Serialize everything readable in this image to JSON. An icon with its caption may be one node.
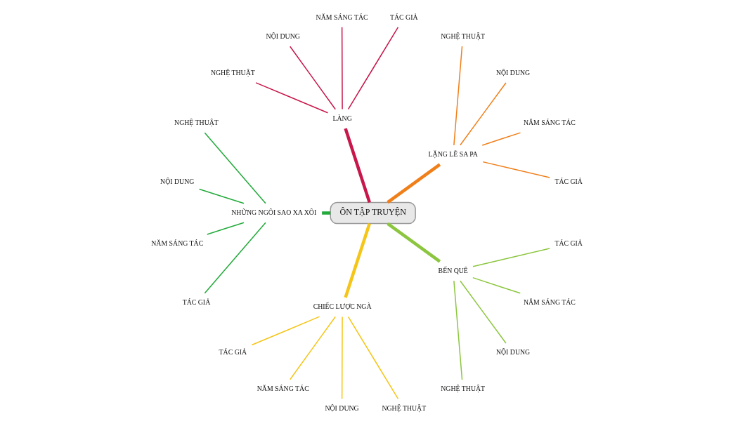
{
  "diagram": {
    "nodes": [
      {
        "text": [
          "ÔN TẬP TRUYỆN"
        ]
      },
      {
        "text": [
          "LẶNG LẼ SA PA"
        ]
      },
      {
        "text": [
          "TÁC GIẢ"
        ]
      },
      {
        "text": [
          "NĂM SÁNG TÁC"
        ]
      },
      {
        "text": [
          "NỘI DUNG"
        ]
      },
      {
        "text": [
          "NGHỆ THUẬT"
        ]
      },
      {
        "text": [
          "LÀNG"
        ]
      },
      {
        "text": [
          "TÁC GIẢ"
        ]
      },
      {
        "text": [
          "NĂM SÁNG TÁC"
        ]
      },
      {
        "text": [
          "NỘI DUNG"
        ]
      },
      {
        "text": [
          "NGHỆ THUẬT"
        ]
      },
      {
        "text": [
          "NHỮNG NGÔI SAO XA XÔI"
        ]
      },
      {
        "text": [
          "NGHỆ THUẬT"
        ]
      },
      {
        "text": [
          "NỘI DUNG"
        ]
      },
      {
        "text": [
          "NĂM SÁNG TÁC"
        ]
      },
      {
        "text": [
          "TÁC GIẢ"
        ]
      },
      {
        "text": [
          "CHIẾC LƯỢC NGÀ"
        ]
      },
      {
        "text": [
          "TÁC GIẢ"
        ]
      },
      {
        "text": [
          "NĂM SÁNG TÁC"
        ]
      },
      {
        "text": [
          "NỘI DUNG"
        ]
      },
      {
        "text": [
          "NGHỆ THUẬT"
        ]
      },
      {
        "text": [
          "BẾN QUÊ"
        ]
      },
      {
        "text": [
          "NGHỆ THUẬT"
        ]
      },
      {
        "text": [
          "NỘI DUNG"
        ]
      },
      {
        "text": [
          "NĂM SÁNG TÁC"
        ]
      },
      {
        "text": [
          "TÁC GIẢ"
        ]
      }
    ],
    "edges": [
      {
        "from": 0,
        "to": 1,
        "arrow": "none",
        "style": "thick",
        "color": "#f07f1a"
      },
      {
        "from": 1,
        "to": 2,
        "arrow": "none",
        "color": "#f07f1a"
      },
      {
        "from": 1,
        "to": 3,
        "arrow": "none",
        "color": "#f07f1a"
      },
      {
        "from": 1,
        "to": 4,
        "arrow": "none",
        "color": "#f07f1a"
      },
      {
        "from": 1,
        "to": 5,
        "arrow": "none",
        "color": "#f07f1a"
      },
      {
        "from": 0,
        "to": 6,
        "arrow": "none",
        "style": "thick",
        "color": "#c8174a"
      },
      {
        "from": 6,
        "to": 7,
        "arrow": "none",
        "color": "#c8174a"
      },
      {
        "from": 6,
        "to": 8,
        "arrow": "none",
        "color": "#c8174a"
      },
      {
        "from": 6,
        "to": 9,
        "arrow": "none",
        "color": "#c8174a"
      },
      {
        "from": 6,
        "to": 10,
        "arrow": "none",
        "color": "#c8174a"
      },
      {
        "from": 0,
        "to": 11,
        "arrow": "none",
        "style": "thick",
        "color": "#22aa3a"
      },
      {
        "from": 11,
        "to": 12,
        "arrow": "none",
        "color": "#22aa3a"
      },
      {
        "from": 11,
        "to": 13,
        "arrow": "none",
        "color": "#22aa3a"
      },
      {
        "from": 11,
        "to": 14,
        "arrow": "none",
        "color": "#22aa3a"
      },
      {
        "from": 11,
        "to": 15,
        "arrow": "none",
        "color": "#22aa3a"
      },
      {
        "from": 0,
        "to": 16,
        "arrow": "none",
        "style": "thick",
        "color": "#f5c518"
      },
      {
        "from": 16,
        "to": 17,
        "arrow": "none",
        "color": "#f5c518"
      },
      {
        "from": 16,
        "to": 18,
        "arrow": "none",
        "color": "#f5c518"
      },
      {
        "from": 16,
        "to": 19,
        "arrow": "none",
        "color": "#f5c518"
      },
      {
        "from": 16,
        "to": 20,
        "arrow": "none",
        "color": "#f5c518"
      },
      {
        "from": 0,
        "to": 21,
        "arrow": "none",
        "style": "thick",
        "color": "#8cc63f"
      },
      {
        "from": 21,
        "to": 22,
        "arrow": "none",
        "color": "#8cc63f"
      },
      {
        "from": 21,
        "to": 23,
        "arrow": "none",
        "color": "#8cc63f"
      },
      {
        "from": 21,
        "to": 24,
        "arrow": "none",
        "color": "#8cc63f"
      },
      {
        "from": 21,
        "to": 25,
        "arrow": "none",
        "color": "#8cc63f"
      }
    ]
  }
}
